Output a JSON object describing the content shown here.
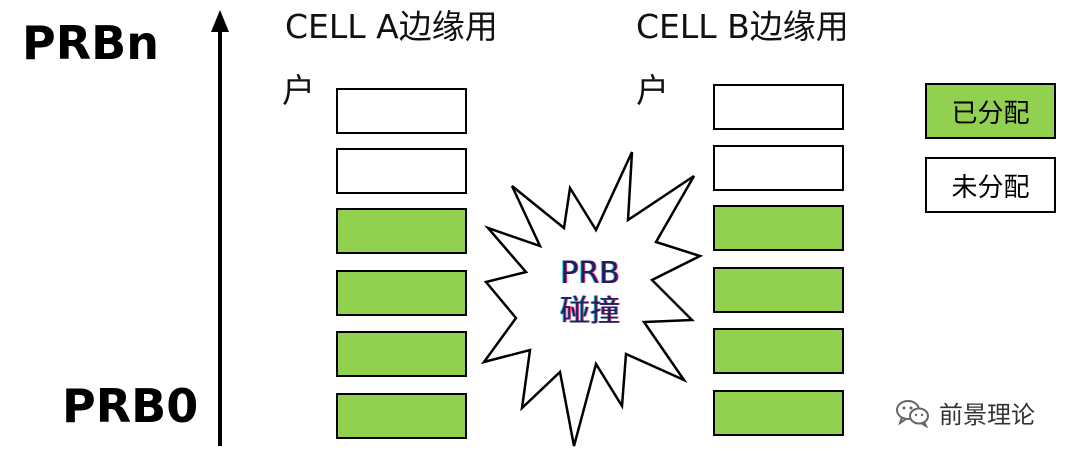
{
  "axis": {
    "top_label": "PRBn",
    "bottom_label": "PRB0"
  },
  "cell_a": {
    "title_line1": "CELL A边缘用",
    "title_line2": "户",
    "blocks": [
      "unallocated",
      "unallocated",
      "allocated",
      "allocated",
      "allocated",
      "allocated"
    ]
  },
  "cell_b": {
    "title_line1": "CELL B边缘用",
    "title_line2": "户",
    "blocks": [
      "unallocated",
      "unallocated",
      "allocated",
      "allocated",
      "allocated",
      "allocated"
    ]
  },
  "collision": {
    "line1": "PRB",
    "line2": "碰撞"
  },
  "legend": {
    "allocated": "已分配",
    "unallocated": "未分配"
  },
  "watermark": {
    "text": "前景理论",
    "icon": "wechat-icon"
  },
  "colors": {
    "allocated": "#92d050",
    "unallocated": "#ffffff",
    "border": "#000000"
  }
}
